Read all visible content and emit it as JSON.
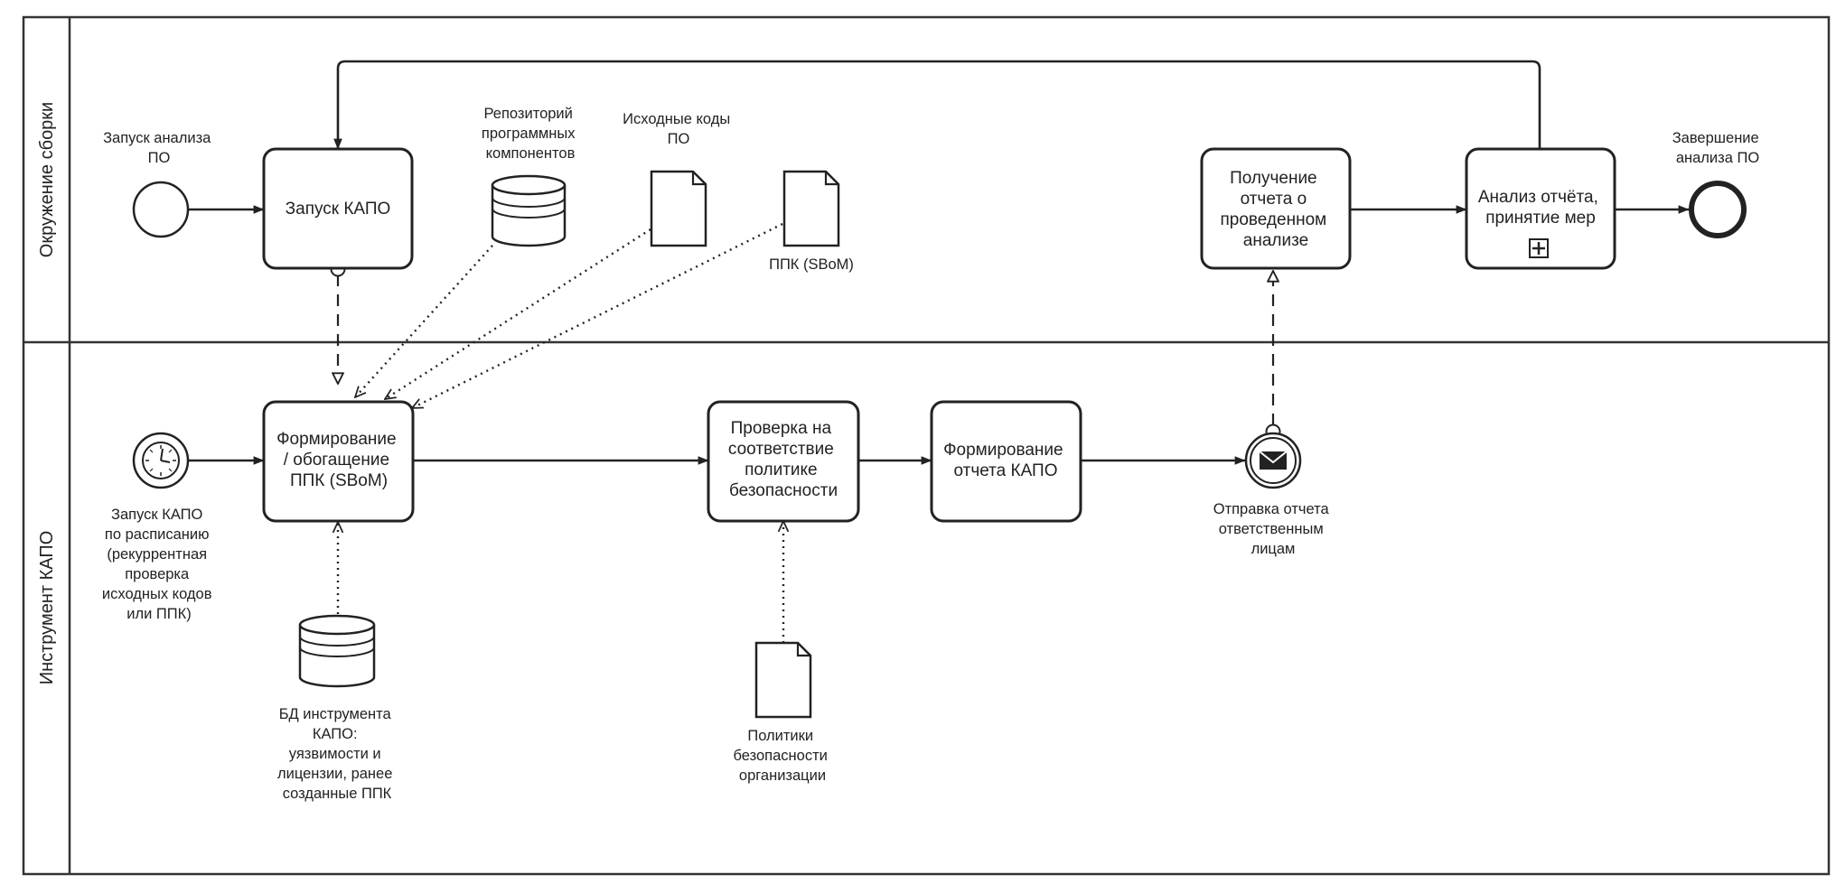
{
  "lanes": {
    "build_env": "Окружение сборки",
    "kapo_tool": "Инструмент КАПО"
  },
  "events": {
    "start_analysis": [
      "Запуск анализа",
      "ПО"
    ],
    "end_analysis": [
      "Завершение",
      "анализа ПО"
    ],
    "timer_start": [
      "Запуск КАПО",
      "по расписанию",
      "(рекуррентная",
      "проверка",
      "исходных кодов",
      "или ППК)"
    ],
    "send_report": [
      "Отправка отчета",
      "ответственным",
      "лицам"
    ]
  },
  "tasks": {
    "launch_kapo": [
      "Запуск КАПО"
    ],
    "receive_report": [
      "Получение",
      "отчета о",
      "проведенном",
      "анализе"
    ],
    "analyze_report": [
      "Анализ отчёта,",
      "принятие мер"
    ],
    "form_sbom": [
      "Формирование",
      "/ обогащение",
      "ППК (SBoM)"
    ],
    "check_policy": [
      "Проверка на",
      "соответствие",
      "политике",
      "безопасности"
    ],
    "form_report": [
      "Формирование",
      "отчета КАПО"
    ]
  },
  "artifacts": {
    "repo": [
      "Репозиторий",
      "программных",
      "компонентов"
    ],
    "source_code": [
      "Исходные коды",
      "ПО"
    ],
    "sbom_doc": [
      "ППК (SBoM)"
    ],
    "kapo_db": [
      "БД инструмента",
      "КАПО:",
      "уязвимости и",
      "лицензии, ранее",
      "созданные ППК"
    ],
    "policies": [
      "Политики",
      "безопасности",
      "организации"
    ]
  },
  "icons": {
    "timer": "clock-icon",
    "message": "envelope-icon",
    "subprocess": "plus-square-icon",
    "database": "database-icon",
    "document": "document-icon"
  }
}
